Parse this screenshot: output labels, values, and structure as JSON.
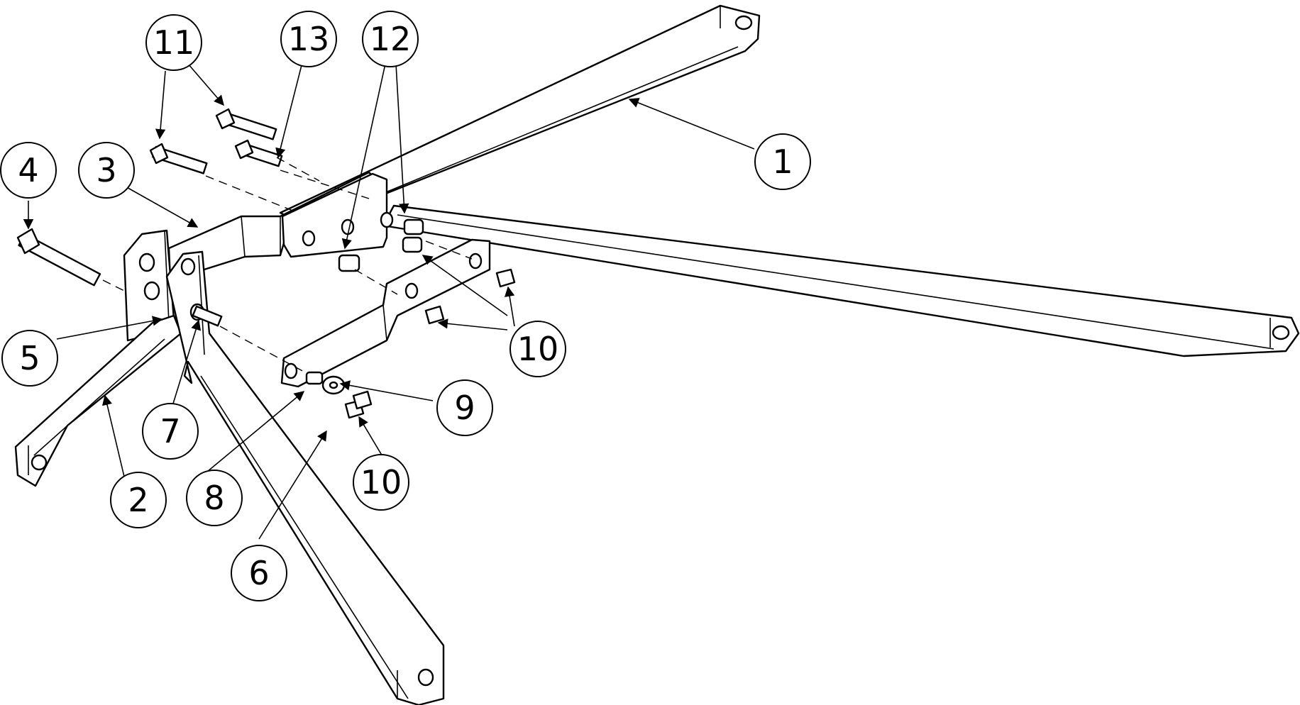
{
  "callouts": [
    {
      "id": "c1",
      "label": "1"
    },
    {
      "id": "c2",
      "label": "2"
    },
    {
      "id": "c3",
      "label": "3"
    },
    {
      "id": "c4",
      "label": "4"
    },
    {
      "id": "c5",
      "label": "5"
    },
    {
      "id": "c6",
      "label": "6"
    },
    {
      "id": "c7",
      "label": "7"
    },
    {
      "id": "c8",
      "label": "8"
    },
    {
      "id": "c9",
      "label": "9"
    },
    {
      "id": "c10a",
      "label": "10"
    },
    {
      "id": "c10b",
      "label": "10"
    },
    {
      "id": "c11",
      "label": "11"
    },
    {
      "id": "c12",
      "label": "12"
    },
    {
      "id": "c13",
      "label": "13"
    }
  ]
}
